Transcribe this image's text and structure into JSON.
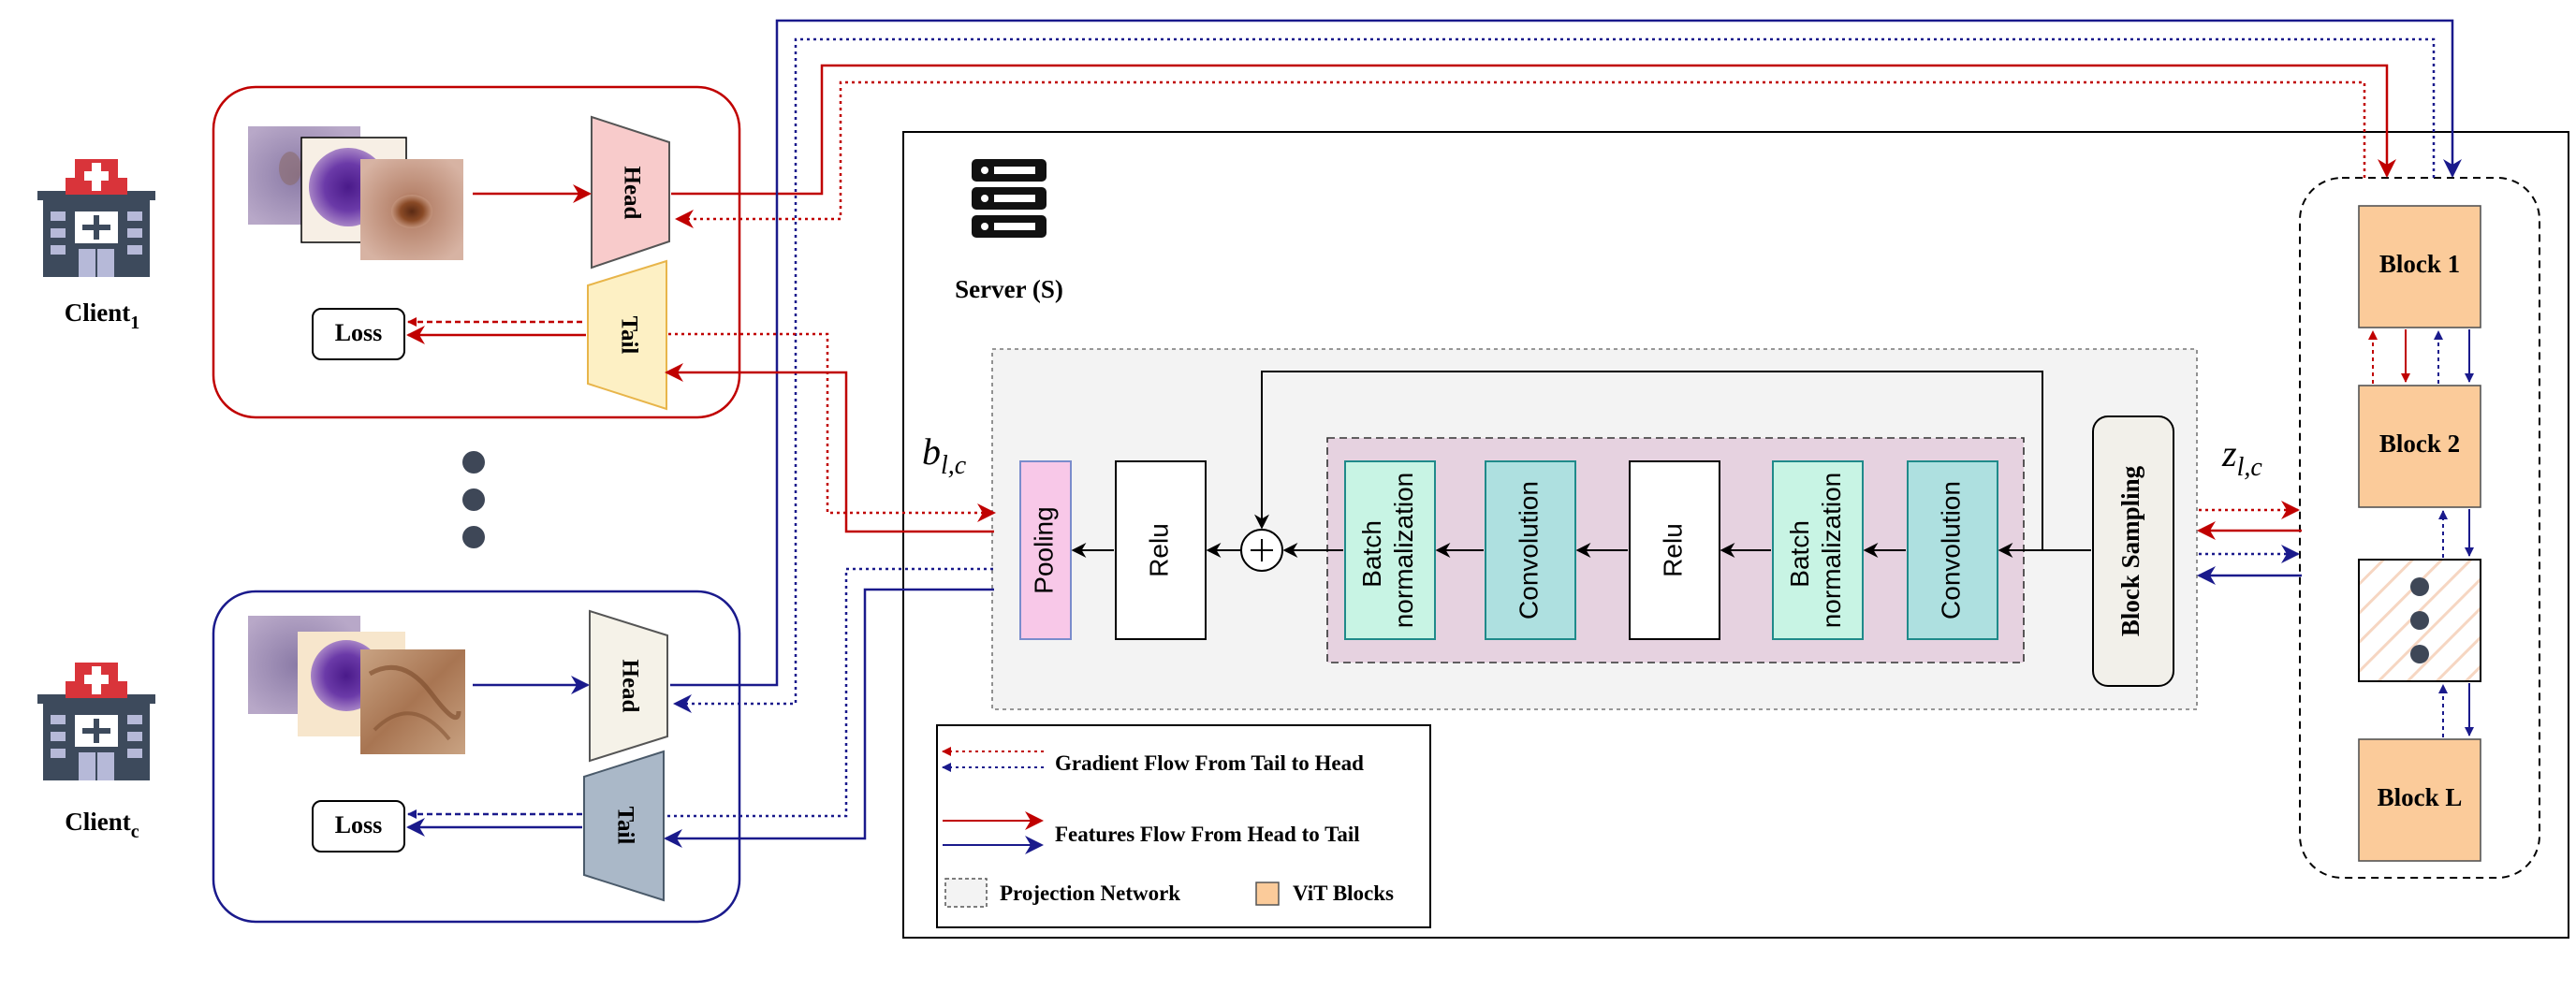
{
  "clients": [
    {
      "name": "Client",
      "subscript": "1",
      "head_label": "Head",
      "tail_label": "Tail",
      "loss_label": "Loss"
    },
    {
      "name": "Client",
      "subscript": "c",
      "head_label": "Head",
      "tail_label": "Tail",
      "loss_label": "Loss"
    }
  ],
  "server": {
    "label": "Server (S)"
  },
  "projection_network": {
    "input_symbol": "b",
    "input_subscript": "l,c",
    "layers": {
      "pooling": "Pooling",
      "relu_out": "Relu",
      "batchnorm_2_line1": "Batch",
      "batchnorm_2_line2": "normalization",
      "conv_2": "Convolution",
      "relu_mid": "Relu",
      "batchnorm_1_line1": "Batch",
      "batchnorm_1_line2": "normalization",
      "conv_1": "Convolution"
    },
    "block_sampling": "Block Sampling",
    "output_symbol": "z",
    "output_subscript": "l,c"
  },
  "vit_blocks": [
    "Block 1",
    "Block 2",
    "Block L"
  ],
  "legend": {
    "gradient_flow": "Gradient Flow From Tail to Head",
    "feature_flow": "Features Flow From  Head to Tail",
    "projection_network": "Projection Network",
    "vit_blocks": "ViT Blocks"
  },
  "colors": {
    "red": "#c00000",
    "blue": "#1a1a8c",
    "client1_border": "#c00000",
    "clientc_border": "#1a1a8c",
    "head1_fill": "#f8cbcb",
    "tail1_fill": "#fdf0c4",
    "headc_fill": "#f5f2e8",
    "tailc_fill": "#aab8c8",
    "vit_block_fill": "#fbcb9a",
    "pooling_fill": "#f8c8e8",
    "batchnorm_fill": "#c8f4e4",
    "conv_fill": "#aee0e0",
    "residual_group_fill": "#e6d2e0",
    "projection_fill": "#f3f3f3",
    "block_sampling_fill": "#f2f0ea",
    "hospital_main": "#3d4a5c",
    "hospital_accent": "#d9343a",
    "hospital_window": "#b6b9d8"
  }
}
